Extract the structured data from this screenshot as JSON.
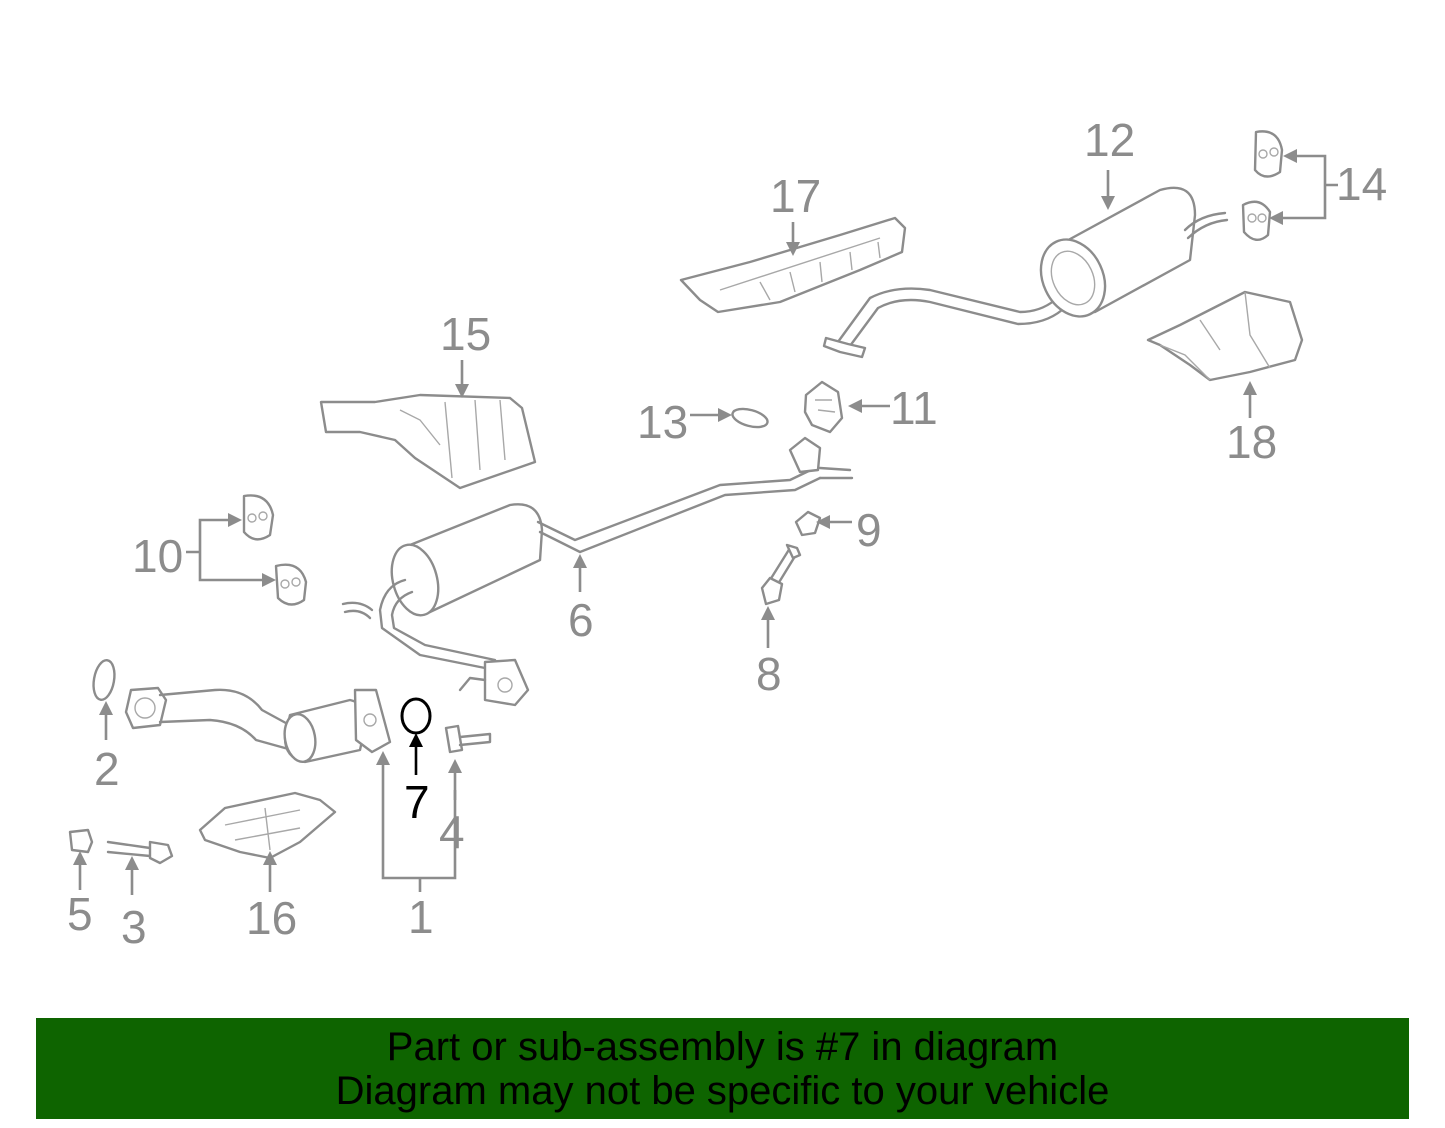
{
  "diagram": {
    "colors": {
      "line": "#8c8c8c",
      "highlight": "#000000",
      "banner": "#0e6400"
    },
    "highlighted_part": "7",
    "callouts": {
      "c1": "1",
      "c2": "2",
      "c3": "3",
      "c4": "4",
      "c5": "5",
      "c6": "6",
      "c7": "7",
      "c8": "8",
      "c9": "9",
      "c10": "10",
      "c11": "11",
      "c12": "12",
      "c13": "13",
      "c14": "14",
      "c15": "15",
      "c16": "16",
      "c17": "17",
      "c18": "18"
    }
  },
  "banner": {
    "line1": "Part or sub-assembly is #7 in diagram",
    "line2": "Diagram may not be specific to your vehicle"
  }
}
